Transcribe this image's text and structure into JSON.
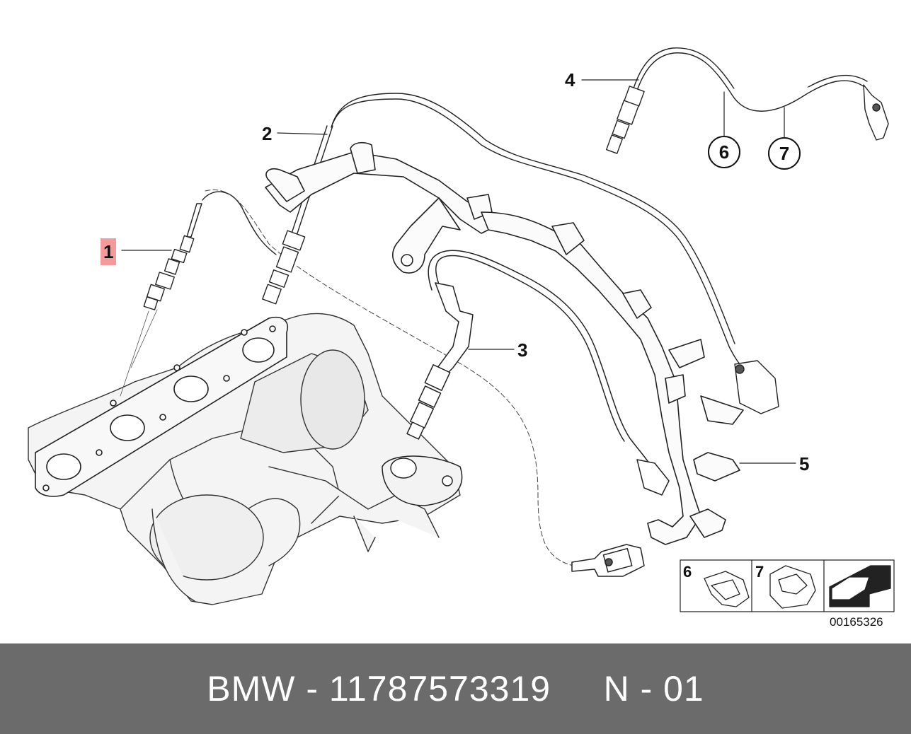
{
  "callouts": {
    "c1": "1",
    "c2": "2",
    "c3": "3",
    "c4": "4",
    "c5": "5",
    "c6": "6",
    "c7": "7"
  },
  "inset": {
    "label_6": "6",
    "label_7": "7"
  },
  "reference_number": "00165326",
  "footer": {
    "brand": "BMW",
    "part_number": "11787573319",
    "position": "N - 01"
  },
  "colors": {
    "highlight": "#f49a9a",
    "footer_bg": "#6b6b6b"
  }
}
